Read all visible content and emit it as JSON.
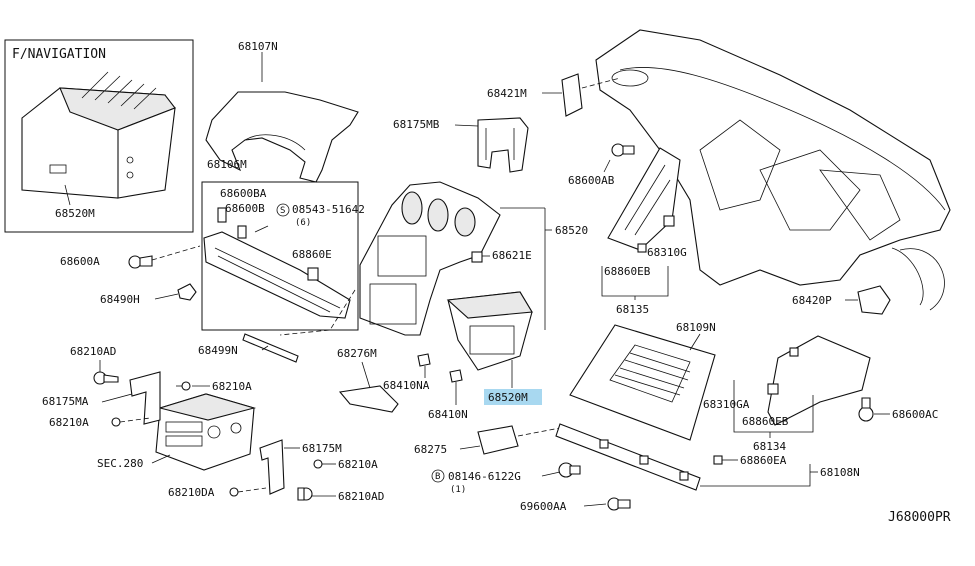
{
  "inset": {
    "title": "F/NAVIGATION",
    "part": "68520M"
  },
  "labels": {
    "p68107N": "68107N",
    "p68106M": "68106M",
    "p68600BA": "68600BA",
    "p68600B": "68600B",
    "p08543": "08543-51642",
    "p08543_qty": "(6)",
    "p08543_mark": "S",
    "p68860E": "68860E",
    "p68600A": "68600A",
    "p68490H": "68490H",
    "p68499N": "68499N",
    "p68175MB": "68175MB",
    "p68421M": "68421M",
    "p68600AB": "68600AB",
    "p68520": "68520",
    "p68621E": "68621E",
    "p68310G": "68310G",
    "p68860EB_a": "68860EB",
    "p68135": "68135",
    "p68420P": "68420P",
    "p68276M": "68276M",
    "p68410NA": "68410NA",
    "p68410N": "68410N",
    "p68520M": "68520M",
    "p68109N": "68109N",
    "p68310GA": "68310GA",
    "p68860EB_b": "68860EB",
    "p68134": "68134",
    "p68600AC": "68600AC",
    "p68210AD_a": "68210AD",
    "p68175MA": "68175MA",
    "p68210A_a": "68210A",
    "p68210A_b": "68210A",
    "sec280": "SEC.280",
    "p68175M": "68175M",
    "p68210A_c": "68210A",
    "p68210DA": "68210DA",
    "p68210AD_b": "68210AD",
    "p68275": "68275",
    "p08146": "08146-6122G",
    "p08146_qty": "(1)",
    "p08146_mark": "B",
    "p68860EA": "68860EA",
    "p68108N": "68108N",
    "p69600AA": "69600AA",
    "code": "J68000PR"
  },
  "highlight": {
    "part": "68520M",
    "color": "#a8d8f0"
  }
}
